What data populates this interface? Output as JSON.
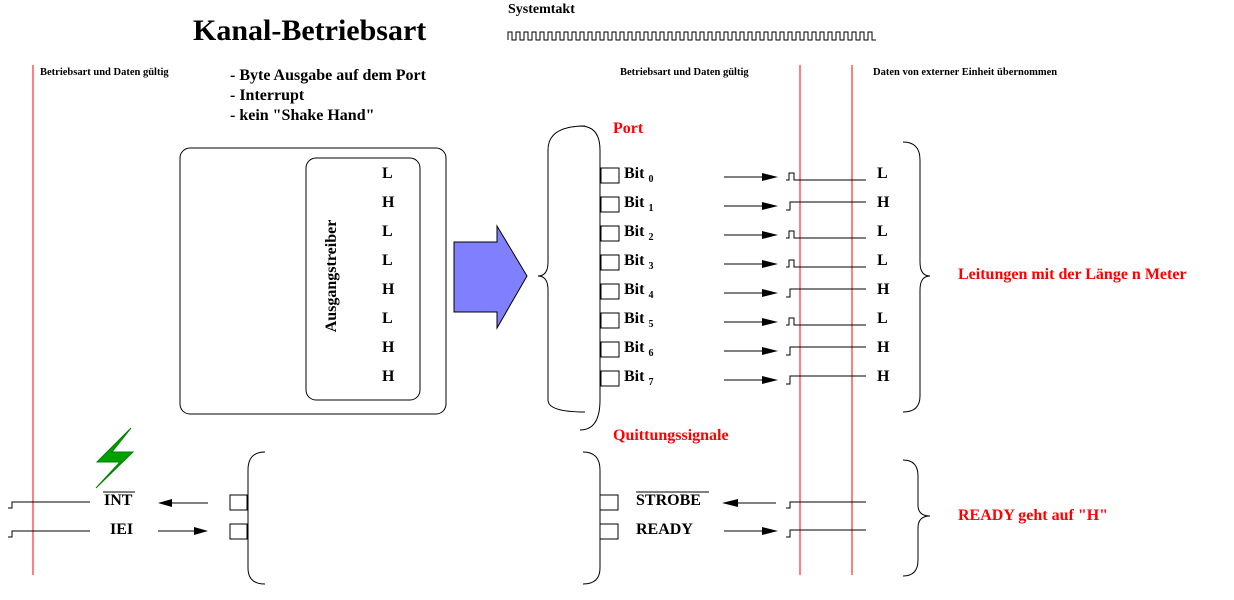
{
  "title": "Kanal-Betriebsart",
  "systemtakt": "Systemtakt",
  "mode_lines": [
    "- Byte Ausgabe auf dem Port",
    "- Interrupt",
    "- kein \"Shake Hand\""
  ],
  "headers": {
    "left": "Betriebsart und Daten gültig",
    "middle": "Betriebsart und Daten gültig",
    "right": "Daten von externer Einheit übernommen"
  },
  "driver_label": "Ausgangstreiber",
  "driver_levels": [
    "L",
    "H",
    "L",
    "L",
    "H",
    "L",
    "H",
    "H"
  ],
  "port_label": "Port",
  "bit_word": "Bit",
  "bits": [
    {
      "index": "0",
      "level": "L"
    },
    {
      "index": "1",
      "level": "H"
    },
    {
      "index": "2",
      "level": "L"
    },
    {
      "index": "3",
      "level": "L"
    },
    {
      "index": "4",
      "level": "H"
    },
    {
      "index": "5",
      "level": "L"
    },
    {
      "index": "6",
      "level": "H"
    },
    {
      "index": "7",
      "level": "H"
    }
  ],
  "lines_label": "Leitungen mit der Länge n Meter",
  "ack_label": "Quittungssignale",
  "int_label": "INT",
  "iei_label": "IEI",
  "strobe_label": "STROBE",
  "ready_label": "READY",
  "ready_note": "READY geht auf \"H\"",
  "colors": {
    "accent": "#ff0000",
    "arrow_fill": "#8080ff",
    "bolt": "#00a000"
  }
}
